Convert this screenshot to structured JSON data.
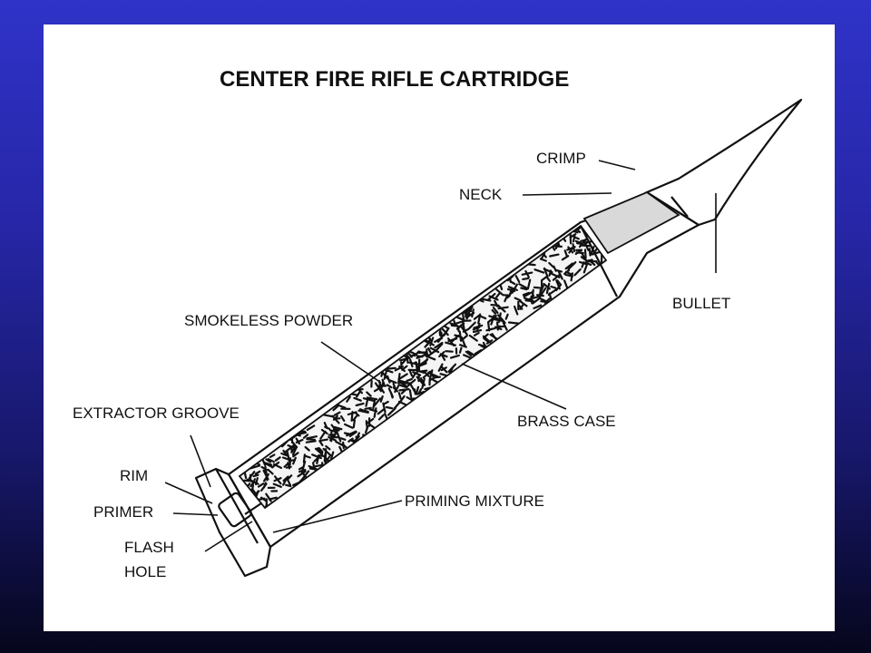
{
  "title": "CENTER FIRE RIFLE CARTRIDGE",
  "labels": {
    "crimp": "CRIMP",
    "neck": "NECK",
    "bullet": "BULLET",
    "smokeless_powder": "SMOKELESS POWDER",
    "brass_case": "BRASS CASE",
    "extractor_groove": "EXTRACTOR GROOVE",
    "rim": "RIM",
    "primer": "PRIMER",
    "priming_mixture": "PRIMING MIXTURE",
    "flash_hole_line1": "FLASH",
    "flash_hole_line2": "HOLE"
  },
  "colors": {
    "background_top": "#2f33c8",
    "background_bottom": "#06061c",
    "panel": "#ffffff",
    "ink": "#111111"
  }
}
